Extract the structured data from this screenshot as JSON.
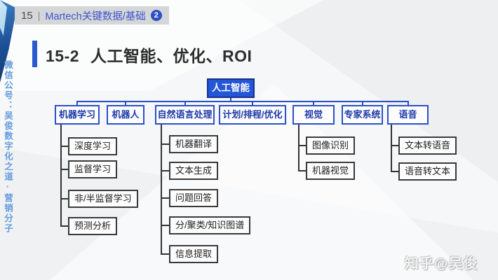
{
  "colors": {
    "accent_blue": "#2b55d4",
    "root_fill": "#2456d8",
    "root_border": "#16328c",
    "branch_border": "#2b50c8",
    "leaf_border": "#3a3a3a",
    "header_link": "#3c56cf"
  },
  "header": {
    "page_number": "15",
    "separator": "|",
    "title": "Martech关键数据/基础",
    "badge": "2"
  },
  "slide_title": {
    "number": "15-2",
    "text": "人工智能、优化、ROI"
  },
  "sidebar": {
    "vertical_text": "微信公号：吴俊数字化之道·营销分子"
  },
  "watermark": {
    "text": "知乎@吴俊"
  },
  "tree": {
    "root": {
      "id": "ai",
      "label": "人工智能"
    },
    "branches": [
      {
        "id": "ml",
        "label": "机器学习",
        "children": [
          "深度学习",
          "监督学习",
          "非/半监督学习",
          "预测分析"
        ]
      },
      {
        "id": "robot",
        "label": "机器人",
        "children": []
      },
      {
        "id": "nlp",
        "label": "自然语言处理",
        "children": [
          "机器翻译",
          "文本生成",
          "问题回答",
          "分/聚类/知识图谱",
          "信息提取"
        ]
      },
      {
        "id": "plan",
        "label": "计划/排程/优化",
        "children": []
      },
      {
        "id": "vision",
        "label": "视觉",
        "children": [
          "图像识别",
          "机器视觉"
        ]
      },
      {
        "id": "expert",
        "label": "专家系统",
        "children": []
      },
      {
        "id": "speech",
        "label": "语音",
        "children": [
          "文本转语音",
          "语音转文本"
        ]
      }
    ]
  }
}
